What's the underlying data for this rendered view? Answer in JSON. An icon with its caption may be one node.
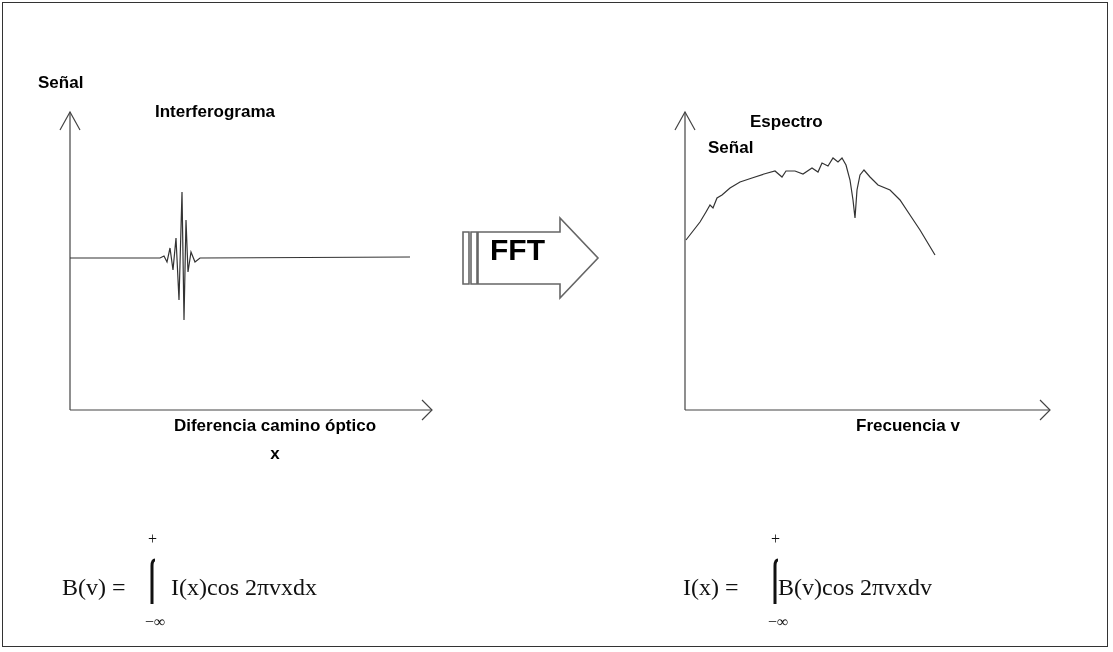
{
  "diagram": {
    "nodes": [
      {
        "text": [
          "Interferograma",
          "Señal",
          "Diferencia camino óptico x"
        ]
      },
      {
        "text": [
          "Espectro",
          "Señal",
          "Frecuencia v"
        ]
      }
    ],
    "edges": [
      {
        "from": 0,
        "to": 1,
        "arrow": "to",
        "label": "FFT",
        "style": "thick"
      }
    ],
    "labels": [
      "+",
      "B(v) =",
      "I(x)cos 2πvxdx",
      "−∞",
      "+",
      "I(x) =",
      "B(v)cos 2πvxdv",
      "−∞"
    ]
  }
}
